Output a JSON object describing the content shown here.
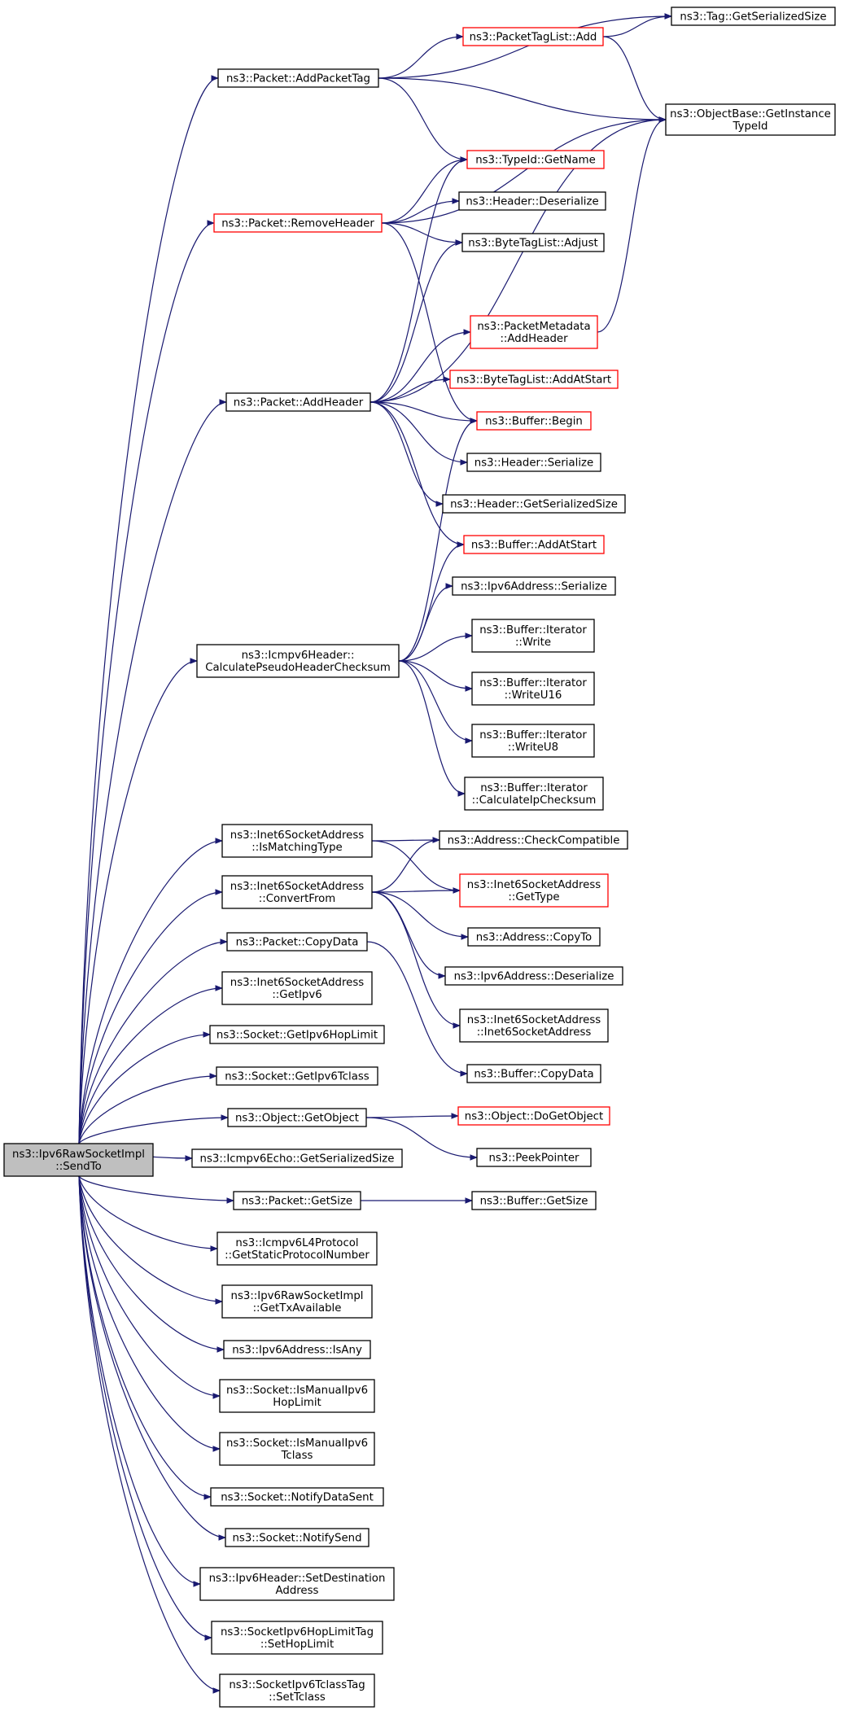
{
  "colors": {
    "edge": "#191970",
    "border": "#000000",
    "border_highlight": "#ff0000",
    "root_fill": "#bfbfbf"
  },
  "nodes": [
    {
      "id": "sendto",
      "lines": [
        "ns3::Ipv6RawSocketImpl",
        "::SendTo"
      ],
      "style": "root"
    },
    {
      "id": "addPacketTag",
      "lines": [
        "ns3::Packet::AddPacketTag"
      ]
    },
    {
      "id": "tagGetSer",
      "lines": [
        "ns3::Tag::GetSerializedSize"
      ]
    },
    {
      "id": "ptlAdd",
      "lines": [
        "ns3::PacketTagList::Add"
      ],
      "style": "red"
    },
    {
      "id": "objBase",
      "lines": [
        "ns3::ObjectBase::GetInstance",
        "TypeId"
      ]
    },
    {
      "id": "typeIdName",
      "lines": [
        "ns3::TypeId::GetName"
      ],
      "style": "red"
    },
    {
      "id": "removeHeader",
      "lines": [
        "ns3::Packet::RemoveHeader"
      ],
      "style": "red"
    },
    {
      "id": "hdrDeser",
      "lines": [
        "ns3::Header::Deserialize"
      ]
    },
    {
      "id": "btlAdjust",
      "lines": [
        "ns3::ByteTagList::Adjust"
      ]
    },
    {
      "id": "pmAddHeader",
      "lines": [
        "ns3::PacketMetadata",
        "::AddHeader"
      ],
      "style": "red"
    },
    {
      "id": "btlAddAtStart",
      "lines": [
        "ns3::ByteTagList::AddAtStart"
      ],
      "style": "red"
    },
    {
      "id": "addHeader",
      "lines": [
        "ns3::Packet::AddHeader"
      ]
    },
    {
      "id": "bufBegin",
      "lines": [
        "ns3::Buffer::Begin"
      ],
      "style": "red"
    },
    {
      "id": "hdrSer",
      "lines": [
        "ns3::Header::Serialize"
      ]
    },
    {
      "id": "hdrGetSer",
      "lines": [
        "ns3::Header::GetSerializedSize"
      ]
    },
    {
      "id": "bufAddAtStart",
      "lines": [
        "ns3::Buffer::AddAtStart"
      ],
      "style": "red"
    },
    {
      "id": "ipv6AddrSer",
      "lines": [
        "ns3::Ipv6Address::Serialize"
      ]
    },
    {
      "id": "icmpCalc",
      "lines": [
        "ns3::Icmpv6Header::",
        "CalculatePseudoHeaderChecksum"
      ]
    },
    {
      "id": "itWrite",
      "lines": [
        "ns3::Buffer::Iterator",
        "::Write"
      ]
    },
    {
      "id": "itWriteU16",
      "lines": [
        "ns3::Buffer::Iterator",
        "::WriteU16"
      ]
    },
    {
      "id": "itWriteU8",
      "lines": [
        "ns3::Buffer::Iterator",
        "::WriteU8"
      ]
    },
    {
      "id": "itCalcIp",
      "lines": [
        "ns3::Buffer::Iterator",
        "::CalculateIpChecksum"
      ]
    },
    {
      "id": "i6IsMatch",
      "lines": [
        "ns3::Inet6SocketAddress",
        "::IsMatchingType"
      ]
    },
    {
      "id": "addrCheck",
      "lines": [
        "ns3::Address::CheckCompatible"
      ]
    },
    {
      "id": "i6Convert",
      "lines": [
        "ns3::Inet6SocketAddress",
        "::ConvertFrom"
      ]
    },
    {
      "id": "i6GetType",
      "lines": [
        "ns3::Inet6SocketAddress",
        "::GetType"
      ],
      "style": "red"
    },
    {
      "id": "addrCopyTo",
      "lines": [
        "ns3::Address::CopyTo"
      ]
    },
    {
      "id": "pktCopyData",
      "lines": [
        "ns3::Packet::CopyData"
      ]
    },
    {
      "id": "ipv6Deser",
      "lines": [
        "ns3::Ipv6Address::Deserialize"
      ]
    },
    {
      "id": "i6GetIpv6",
      "lines": [
        "ns3::Inet6SocketAddress",
        "::GetIpv6"
      ]
    },
    {
      "id": "i6Ctor",
      "lines": [
        "ns3::Inet6SocketAddress",
        "::Inet6SocketAddress"
      ]
    },
    {
      "id": "sockHop",
      "lines": [
        "ns3::Socket::GetIpv6HopLimit"
      ]
    },
    {
      "id": "bufCopyData",
      "lines": [
        "ns3::Buffer::CopyData"
      ]
    },
    {
      "id": "sockTclass",
      "lines": [
        "ns3::Socket::GetIpv6Tclass"
      ]
    },
    {
      "id": "objGetObj",
      "lines": [
        "ns3::Object::GetObject"
      ]
    },
    {
      "id": "objDoGet",
      "lines": [
        "ns3::Object::DoGetObject"
      ],
      "style": "red"
    },
    {
      "id": "peekPtr",
      "lines": [
        "ns3::PeekPointer"
      ]
    },
    {
      "id": "echoGetSer",
      "lines": [
        "ns3::Icmpv6Echo::GetSerializedSize"
      ]
    },
    {
      "id": "pktGetSize",
      "lines": [
        "ns3::Packet::GetSize"
      ]
    },
    {
      "id": "bufGetSize",
      "lines": [
        "ns3::Buffer::GetSize"
      ]
    },
    {
      "id": "l4Proto",
      "lines": [
        "ns3::Icmpv6L4Protocol",
        "::GetStaticProtocolNumber"
      ]
    },
    {
      "id": "txAvail",
      "lines": [
        "ns3::Ipv6RawSocketImpl",
        "::GetTxAvailable"
      ]
    },
    {
      "id": "isAny",
      "lines": [
        "ns3::Ipv6Address::IsAny"
      ]
    },
    {
      "id": "manualHop",
      "lines": [
        "ns3::Socket::IsManualIpv6",
        "HopLimit"
      ]
    },
    {
      "id": "manualTclass",
      "lines": [
        "ns3::Socket::IsManualIpv6",
        "Tclass"
      ]
    },
    {
      "id": "notifyDataSent",
      "lines": [
        "ns3::Socket::NotifyDataSent"
      ]
    },
    {
      "id": "notifySend",
      "lines": [
        "ns3::Socket::NotifySend"
      ]
    },
    {
      "id": "setDest",
      "lines": [
        "ns3::Ipv6Header::SetDestination",
        "Address"
      ]
    },
    {
      "id": "hopTag",
      "lines": [
        "ns3::SocketIpv6HopLimitTag",
        "::SetHopLimit"
      ]
    },
    {
      "id": "tclassTag",
      "lines": [
        "ns3::SocketIpv6TclassTag",
        "::SetTclass"
      ]
    }
  ],
  "edges": [
    [
      "sendto",
      "addPacketTag"
    ],
    [
      "sendto",
      "removeHeader"
    ],
    [
      "sendto",
      "addHeader"
    ],
    [
      "sendto",
      "icmpCalc"
    ],
    [
      "sendto",
      "i6IsMatch"
    ],
    [
      "sendto",
      "i6Convert"
    ],
    [
      "sendto",
      "pktCopyData"
    ],
    [
      "sendto",
      "i6GetIpv6"
    ],
    [
      "sendto",
      "sockHop"
    ],
    [
      "sendto",
      "sockTclass"
    ],
    [
      "sendto",
      "objGetObj"
    ],
    [
      "sendto",
      "echoGetSer"
    ],
    [
      "sendto",
      "pktGetSize"
    ],
    [
      "sendto",
      "l4Proto"
    ],
    [
      "sendto",
      "txAvail"
    ],
    [
      "sendto",
      "isAny"
    ],
    [
      "sendto",
      "manualHop"
    ],
    [
      "sendto",
      "manualTclass"
    ],
    [
      "sendto",
      "notifyDataSent"
    ],
    [
      "sendto",
      "notifySend"
    ],
    [
      "sendto",
      "setDest"
    ],
    [
      "sendto",
      "hopTag"
    ],
    [
      "sendto",
      "tclassTag"
    ],
    [
      "addPacketTag",
      "tagGetSer"
    ],
    [
      "addPacketTag",
      "ptlAdd"
    ],
    [
      "addPacketTag",
      "objBase"
    ],
    [
      "addPacketTag",
      "typeIdName"
    ],
    [
      "ptlAdd",
      "tagGetSer"
    ],
    [
      "ptlAdd",
      "objBase"
    ],
    [
      "removeHeader",
      "objBase"
    ],
    [
      "removeHeader",
      "typeIdName"
    ],
    [
      "removeHeader",
      "hdrDeser"
    ],
    [
      "removeHeader",
      "btlAdjust"
    ],
    [
      "removeHeader",
      "bufBegin"
    ],
    [
      "addHeader",
      "typeIdName"
    ],
    [
      "addHeader",
      "btlAdjust"
    ],
    [
      "addHeader",
      "objBase"
    ],
    [
      "addHeader",
      "pmAddHeader"
    ],
    [
      "addHeader",
      "btlAddAtStart"
    ],
    [
      "addHeader",
      "bufBegin"
    ],
    [
      "addHeader",
      "hdrSer"
    ],
    [
      "addHeader",
      "hdrGetSer"
    ],
    [
      "addHeader",
      "bufAddAtStart"
    ],
    [
      "pmAddHeader",
      "objBase"
    ],
    [
      "icmpCalc",
      "bufBegin"
    ],
    [
      "icmpCalc",
      "bufAddAtStart"
    ],
    [
      "icmpCalc",
      "ipv6AddrSer"
    ],
    [
      "icmpCalc",
      "itWrite"
    ],
    [
      "icmpCalc",
      "itWriteU16"
    ],
    [
      "icmpCalc",
      "itWriteU8"
    ],
    [
      "icmpCalc",
      "itCalcIp"
    ],
    [
      "i6IsMatch",
      "addrCheck"
    ],
    [
      "i6IsMatch",
      "i6GetType"
    ],
    [
      "i6Convert",
      "addrCheck"
    ],
    [
      "i6Convert",
      "i6GetType"
    ],
    [
      "i6Convert",
      "addrCopyTo"
    ],
    [
      "i6Convert",
      "ipv6Deser"
    ],
    [
      "i6Convert",
      "i6Ctor"
    ],
    [
      "pktCopyData",
      "bufCopyData"
    ],
    [
      "objGetObj",
      "objDoGet"
    ],
    [
      "objGetObj",
      "peekPtr"
    ],
    [
      "pktGetSize",
      "bufGetSize"
    ]
  ]
}
